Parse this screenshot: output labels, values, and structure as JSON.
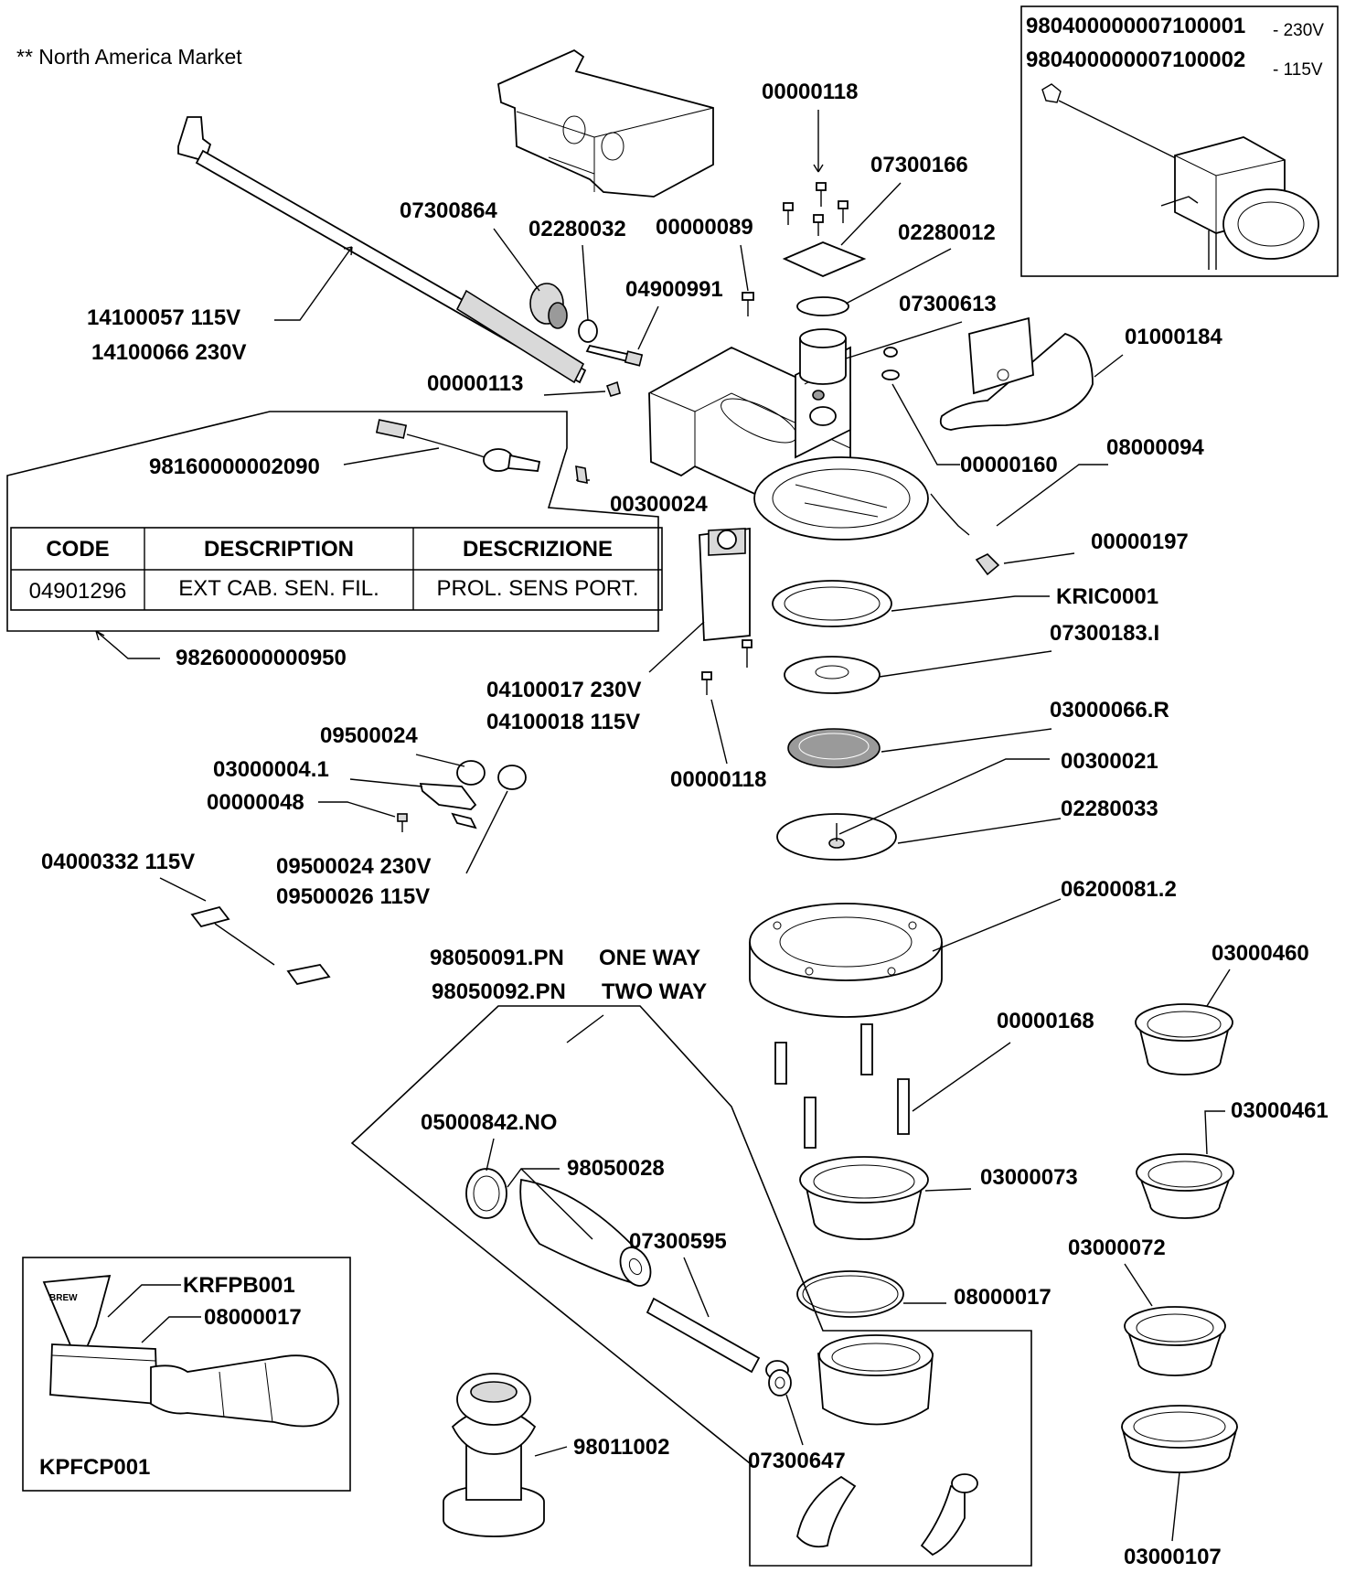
{
  "note": "** North America Market",
  "inset_top_right": {
    "line1_code": "980400000007100001",
    "line1_voltage": "- 230V",
    "line2_code": "980400000007100002",
    "line2_voltage": "- 115V"
  },
  "labels": {
    "p00000118_top": "00000118",
    "p07300166": "07300166",
    "p02280012": "02280012",
    "p07300864": "07300864",
    "p02280032": "02280032",
    "p00000089": "00000089",
    "p04900991": "04900991",
    "p07300613": "07300613",
    "p01000184": "01000184",
    "p14100057": "14100057  115V",
    "p14100066": "14100066  230V",
    "p00000113": "00000113",
    "p00000160": "00000160",
    "p08000094": "08000094",
    "p98160000002090": "98160000002090",
    "p00300024": "00300024",
    "p00000197": "00000197",
    "pKRIC0001": "KRIC0001",
    "p07300183I": "07300183.I",
    "p98260000000950": "98260000000950",
    "p04100017": "04100017  230V",
    "p04100018": "04100018  115V",
    "p03000066R": "03000066.R",
    "p09500024_top": "09500024",
    "p03000004_1": "03000004.1",
    "p00000048": "00000048",
    "p00000118_mid": "00000118",
    "p00300021": "00300021",
    "p02280033": "02280033",
    "p04000332": "04000332 115V",
    "p09500024_230": "09500024 230V",
    "p09500026_115": "09500026 115V",
    "p06200081_2": "06200081.2",
    "p98050091": "98050091.PN",
    "p98050091_type": "ONE WAY",
    "p98050092": "98050092.PN",
    "p98050092_type": "TWO WAY",
    "p03000460": "03000460",
    "p00000168": "00000168",
    "p03000461": "03000461",
    "p05000842NO": "05000842.NO",
    "p98050028": "98050028",
    "p03000073": "03000073",
    "p07300595": "07300595",
    "p03000072": "03000072",
    "pKRFPB001": "KRFPB001",
    "p08000017_inset": "08000017",
    "p08000017": "08000017",
    "pKPFCP001": "KPFCP001",
    "p98011002": "98011002",
    "p07300647": "07300647",
    "p03000107": "03000107",
    "brew_stamp": "BREW"
  },
  "table": {
    "headers": [
      "CODE",
      "DESCRIPTION",
      "DESCRIZIONE"
    ],
    "rows": [
      [
        "04901296",
        "EXT CAB. SEN. FIL.",
        "PROL. SENS PORT."
      ]
    ]
  }
}
